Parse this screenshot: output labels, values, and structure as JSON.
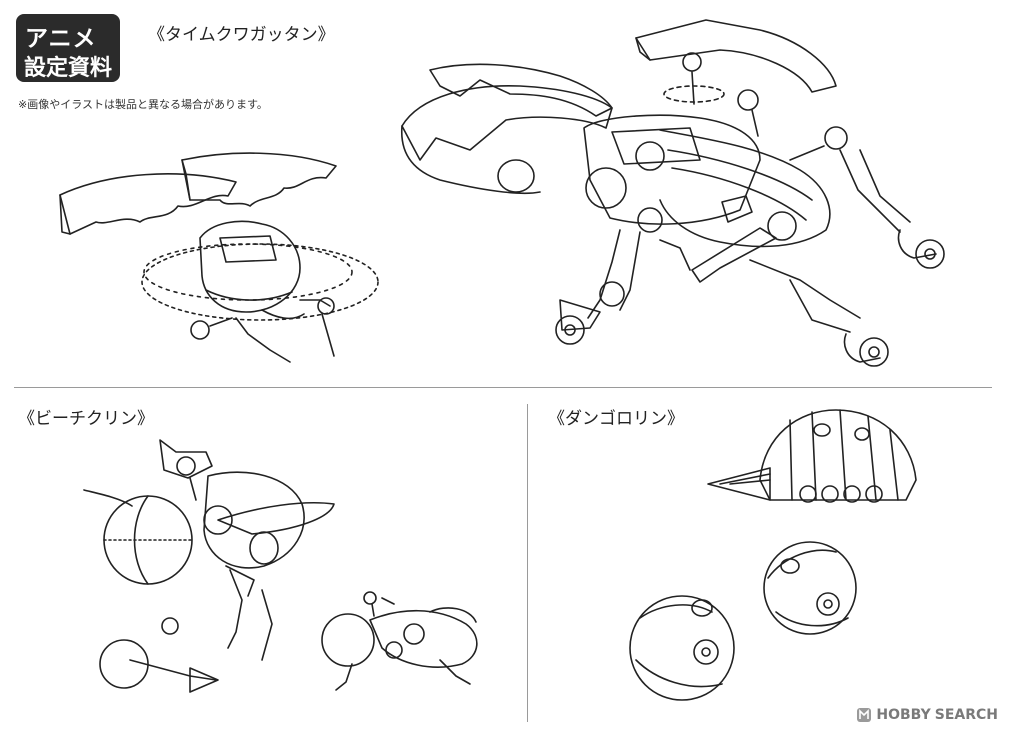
{
  "badge": {
    "line1": "アニメ",
    "line2": "設定資料"
  },
  "note": "※画像やイラストは製品と異なる場合があります。",
  "sections": {
    "top": {
      "title": "《タイムクワガッタン》"
    },
    "bottom_left": {
      "title": "《ビーチクリン》"
    },
    "bottom_right": {
      "title": "《ダンゴロリン》"
    }
  },
  "watermark": {
    "brand": "HOBBY",
    "suffix": "SEARCH",
    "icon": "hobbysearch-logo-icon"
  }
}
